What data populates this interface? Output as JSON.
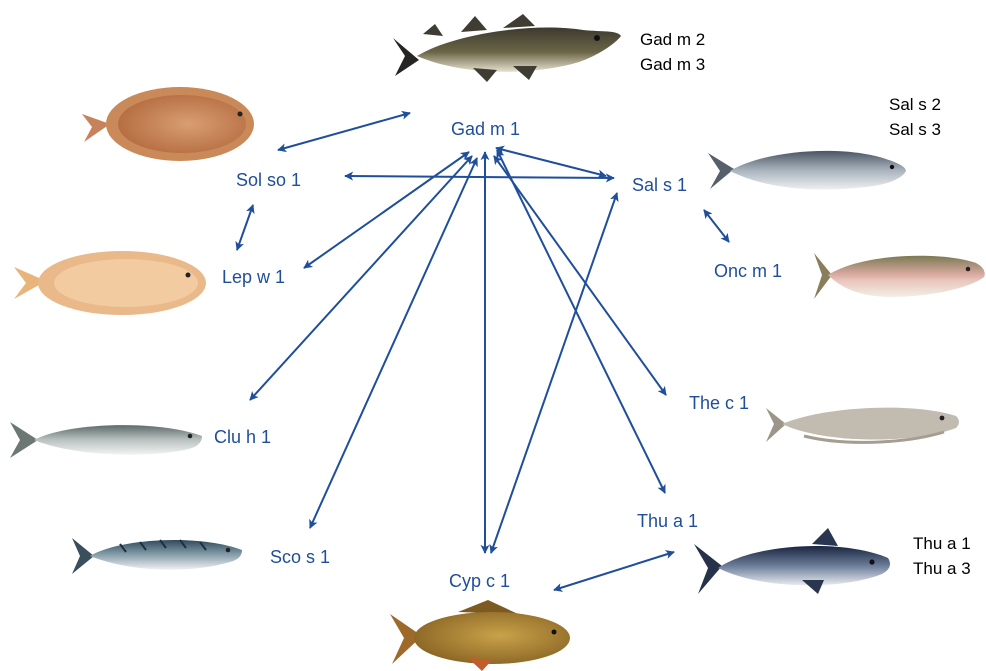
{
  "colors": {
    "arrow": "#1f4e9a",
    "node_text": "#1f4e9a",
    "note_text": "#000000",
    "background": "#ffffff"
  },
  "nodes": {
    "gad_m_1": "Gad m 1",
    "sol_so_1": "Sol so 1",
    "sal_s_1": "Sal s 1",
    "lep_w_1": "Lep w 1",
    "onc_m_1": "Onc m 1",
    "clu_h_1": "Clu h 1",
    "the_c_1": "The c 1",
    "thu_a_1": "Thu a 1",
    "sco_s_1": "Sco s 1",
    "cyp_c_1": "Cyp c 1"
  },
  "notes": {
    "cod": [
      "Gad m 2",
      "Gad m 3"
    ],
    "salmon": [
      "Sal s 2",
      "Sal s 3"
    ],
    "tuna": [
      "Thu a 1",
      "Thu a 3"
    ]
  },
  "fish_images": [
    {
      "id": "cod",
      "icon": "cod-fish-icon"
    },
    {
      "id": "sole",
      "icon": "sole-fish-icon"
    },
    {
      "id": "salmon",
      "icon": "salmon-fish-icon"
    },
    {
      "id": "witch-flounder",
      "icon": "flounder-fish-icon"
    },
    {
      "id": "rainbow-trout",
      "icon": "trout-fish-icon"
    },
    {
      "id": "herring",
      "icon": "herring-fish-icon"
    },
    {
      "id": "hake",
      "icon": "hake-fish-icon"
    },
    {
      "id": "mackerel",
      "icon": "mackerel-fish-icon"
    },
    {
      "id": "tuna",
      "icon": "tuna-fish-icon"
    },
    {
      "id": "carp",
      "icon": "carp-fish-icon"
    }
  ],
  "edges": [
    {
      "from": "sol_so_1",
      "to": "gad_m_1",
      "style": "double-arrow"
    },
    {
      "from": "sol_so_1",
      "to": "sal_s_1",
      "style": "double-arrow"
    },
    {
      "from": "sol_so_1",
      "to": "lep_w_1",
      "style": "double-arrow"
    },
    {
      "from": "gad_m_1",
      "to": "sal_s_1",
      "style": "double-arrow"
    },
    {
      "from": "gad_m_1",
      "to": "lep_w_1",
      "style": "double-arrow"
    },
    {
      "from": "gad_m_1",
      "to": "clu_h_1",
      "style": "double-arrow"
    },
    {
      "from": "gad_m_1",
      "to": "sco_s_1",
      "style": "double-arrow"
    },
    {
      "from": "gad_m_1",
      "to": "cyp_c_1",
      "style": "double-arrow"
    },
    {
      "from": "gad_m_1",
      "to": "the_c_1",
      "style": "double-arrow"
    },
    {
      "from": "gad_m_1",
      "to": "thu_a_1",
      "style": "double-arrow"
    },
    {
      "from": "sal_s_1",
      "to": "cyp_c_1",
      "style": "double-arrow"
    },
    {
      "from": "sal_s_1",
      "to": "onc_m_1",
      "style": "double-arrow"
    },
    {
      "from": "cyp_c_1",
      "to": "thu_a_1",
      "style": "double-arrow"
    }
  ]
}
